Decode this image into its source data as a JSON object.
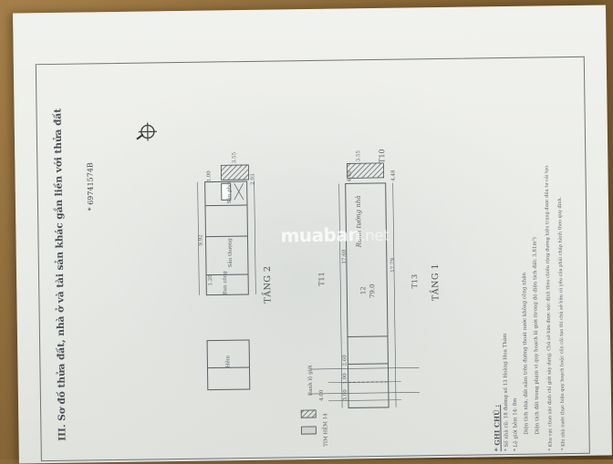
{
  "document": {
    "section_title": "III. Sơ đồ thửa đất, nhà ở và tài sản khác gắn liền với thửa đất",
    "serial": "* 69741574B",
    "floors": {
      "tang2": "TẦNG 2",
      "tang1": "TẦNG 1"
    },
    "lots": {
      "t11": "T11",
      "t13": "T13",
      "t10": "T10",
      "center_id": "12",
      "center_area": "79.0"
    },
    "road_label": "Ranh lộ giới",
    "street_label": "TIM HẺM 14",
    "neighbor_label": "Ranh tường nhà",
    "dimensions": {
      "length_top": "9.92",
      "length_main": "17.60",
      "length_main2": "17.79",
      "width_a": "3.55",
      "width_b": "3.55",
      "w1": "1.20",
      "w2": "2.60",
      "w3": "1.00",
      "w4": "3.00",
      "w5": "4.00",
      "w6": "4.48",
      "w7": "4.40",
      "w8": "2.03",
      "w9": "1.00"
    },
    "rooms": {
      "san_phoi": "Sân phơi",
      "san_thuong": "Sân thượng",
      "ban_cong": "Ban công",
      "hem": "Hẻm"
    },
    "notes_heading": "* GHI CHÚ :",
    "notes": [
      "* Số nhà cũ: 18 đường số 13 Hoàng Hoa Thám",
      "* Lộ giới hẻm 14: 8m",
      "Diện tích nhà, đất nằm trên đường thoát nước không công nhận",
      "Diện tích đất trong phạm vi quy hoạch lộ giới (trong đó diện tích đất: 3,81m²)",
      "* Khu vực chưa xác định chỉ giới xây dựng. Chủ sở hữu được xác định theo chiều rộng đường hiện trạng được đầu tư cải tạo.",
      "* Khi nhà nước thực hiện quy hoạch hoặc cần cải tạo thì chủ sở hữu có yêu cầu phải chấp hành theo quy định."
    ],
    "watermark": {
      "brand": "muaban",
      "tld": ".net"
    },
    "colors": {
      "paper": "#eceee9",
      "ink": "#4a4f55",
      "desk": "#8a6a3a"
    }
  }
}
